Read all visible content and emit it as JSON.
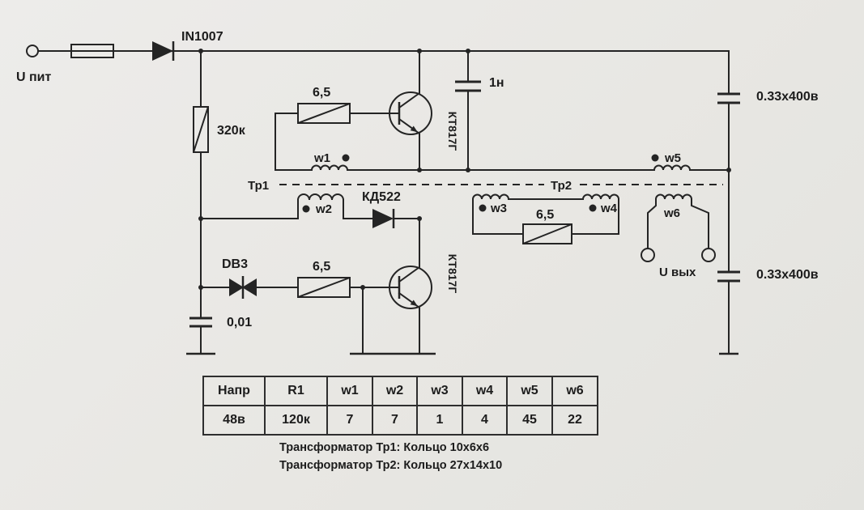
{
  "colors": {
    "background": "#e9e8e4",
    "ink": "#242424"
  },
  "schematic": {
    "input_label": "U пит",
    "main_diode": "IN1007",
    "start_resistor": "320к",
    "top_feedback_resistor": "6,5",
    "top_transistor": "КТ817Г",
    "bottom_transistor": "КТ817Г",
    "snubber_cap": "1н",
    "transformer1": "Тр1",
    "transformer2": "Тр2",
    "feedback_diode": "КД522",
    "diac": "DB3",
    "bottom_feedback_resistor": "6,5",
    "start_cap": "0,01",
    "load_resistor": "6,5",
    "top_rail_cap": "0.33х400в",
    "bottom_rail_cap": "0.33х400в",
    "output_label": "U вых",
    "windings": {
      "w1": "w1",
      "w2": "w2",
      "w3": "w3",
      "w4": "w4",
      "w5": "w5",
      "w6": "w6"
    }
  },
  "table": {
    "headers": [
      "Напр",
      "R1",
      "w1",
      "w2",
      "w3",
      "w4",
      "w5",
      "w6"
    ],
    "rows": [
      [
        "48в",
        "120к",
        "7",
        "7",
        "1",
        "4",
        "45",
        "22"
      ]
    ]
  },
  "notes": [
    "Трансформатор Тр1: Кольцо 10х6х6",
    "Трансформатор Тр2: Кольцо 27х14х10"
  ]
}
